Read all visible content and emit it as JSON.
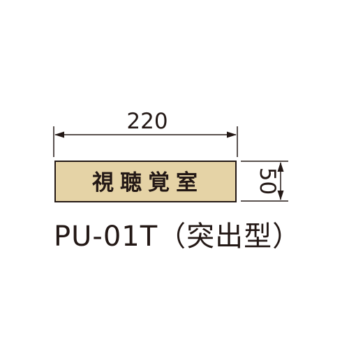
{
  "diagram": {
    "width_dimension": "220",
    "height_dimension": "50",
    "plate_text": "視聴覚室",
    "model_name": "PU-01T（突出型）"
  },
  "colors": {
    "plate_fill": "#e5d3a6",
    "line": "#231815",
    "text": "#231815"
  }
}
